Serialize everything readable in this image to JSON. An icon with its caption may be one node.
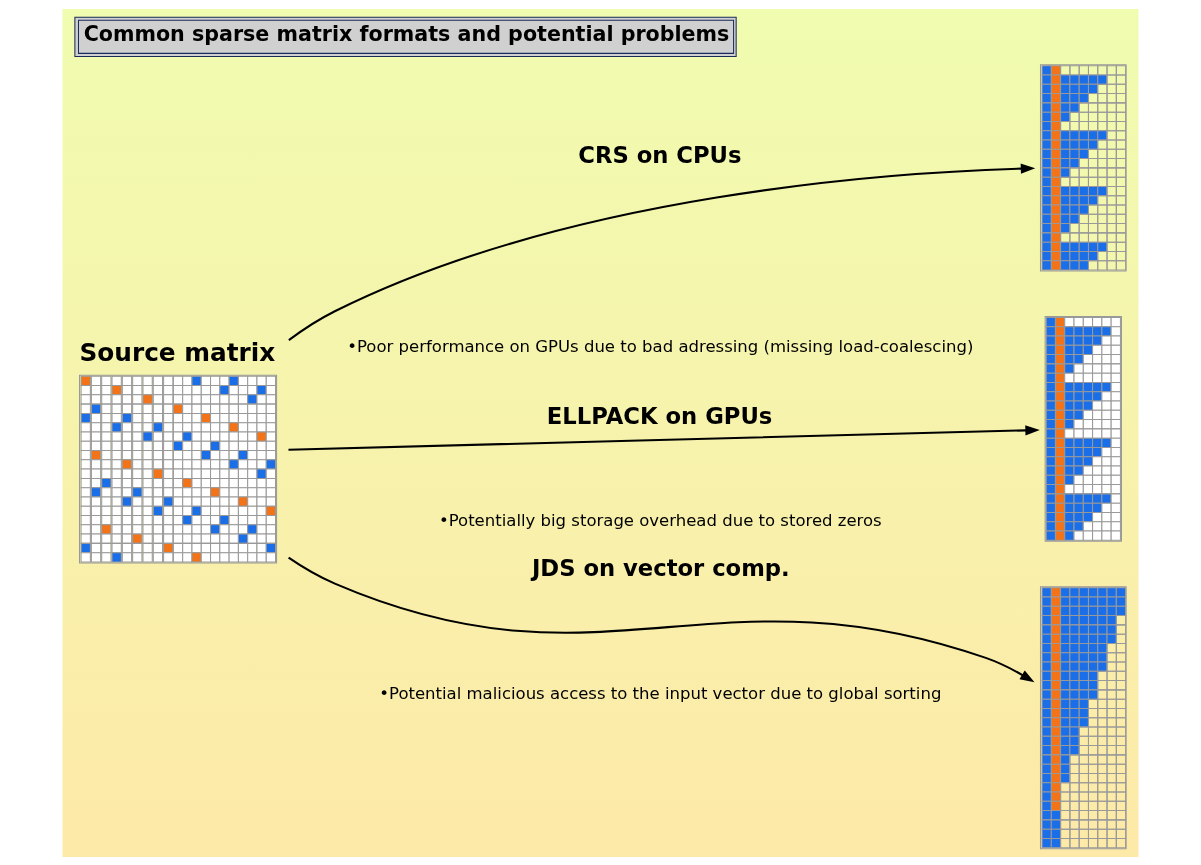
{
  "diagram": {
    "title": "Common sparse matrix formats and potential problems",
    "nodes": [
      {
        "text": [
          "Source matrix"
        ]
      },
      {
        "text": [],
        "shape": "picture"
      },
      {
        "text": [],
        "shape": "picture"
      },
      {
        "text": [],
        "shape": "picture"
      }
    ],
    "edges": [
      {
        "from": 0,
        "to": 1,
        "arrow": "to",
        "label": "CRS on CPUs"
      },
      {
        "from": 0,
        "to": 2,
        "arrow": "to",
        "label": "ELLPACK on GPUs"
      },
      {
        "from": 0,
        "to": 3,
        "arrow": "to",
        "label": "JDS on vector comp."
      }
    ],
    "labels": [
      "•Poor performance on GPUs due to bad adressing (missing load-coalescing)",
      "•Potentially big storage overhead due to stored zeros",
      "•Potential malicious access to the input vector due to global sorting"
    ]
  }
}
